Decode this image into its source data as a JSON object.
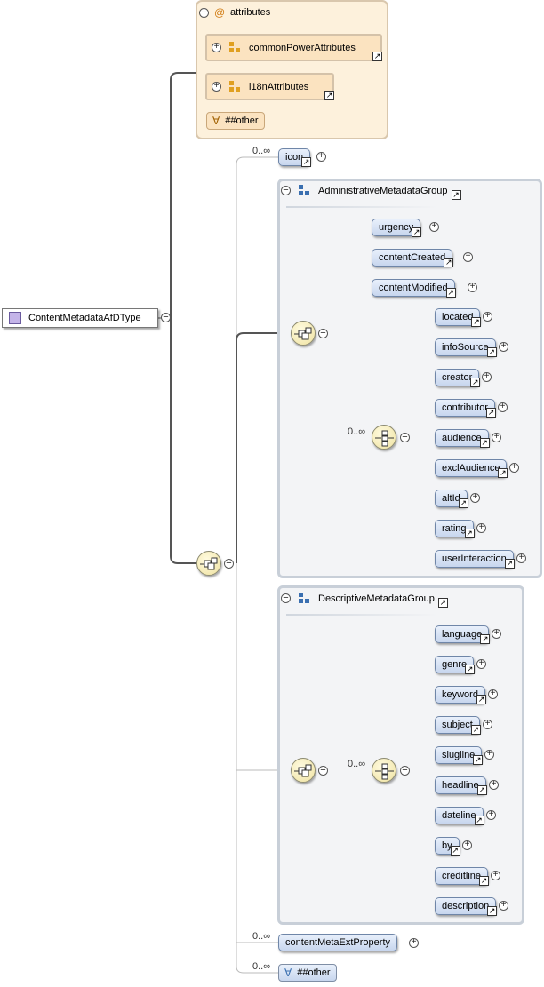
{
  "root": {
    "label": "ContentMetadataAfDType"
  },
  "attributes": {
    "title": "attributes",
    "groups": [
      {
        "label": "commonPowerAttributes"
      },
      {
        "label": "i18nAttributes"
      }
    ],
    "other": "##other"
  },
  "icon_element": {
    "label": "icon",
    "cardinality": "0..∞"
  },
  "admin_group": {
    "title": "AdministrativeMetadataGroup",
    "elements": [
      {
        "label": "urgency"
      },
      {
        "label": "contentCreated"
      },
      {
        "label": "contentModified"
      }
    ],
    "choice_cardinality": "0..∞",
    "choice_elements": [
      {
        "label": "located"
      },
      {
        "label": "infoSource"
      },
      {
        "label": "creator"
      },
      {
        "label": "contributor"
      },
      {
        "label": "audience"
      },
      {
        "label": "exclAudience"
      },
      {
        "label": "altId"
      },
      {
        "label": "rating"
      },
      {
        "label": "userInteraction"
      }
    ]
  },
  "desc_group": {
    "title": "DescriptiveMetadataGroup",
    "choice_cardinality": "0..∞",
    "choice_elements": [
      {
        "label": "language"
      },
      {
        "label": "genre"
      },
      {
        "label": "keyword"
      },
      {
        "label": "subject"
      },
      {
        "label": "slugline"
      },
      {
        "label": "headline"
      },
      {
        "label": "dateline"
      },
      {
        "label": "by"
      },
      {
        "label": "creditline"
      },
      {
        "label": "description"
      }
    ]
  },
  "ext_property": {
    "label": "contentMetaExtProperty",
    "cardinality": "0..∞"
  },
  "any_other": {
    "label": "##other",
    "cardinality": "0..∞"
  },
  "colors": {
    "element_fill": "#c7d6ee",
    "attribute_panel": "#fdf1dc",
    "compositor": "#efe2a0"
  }
}
